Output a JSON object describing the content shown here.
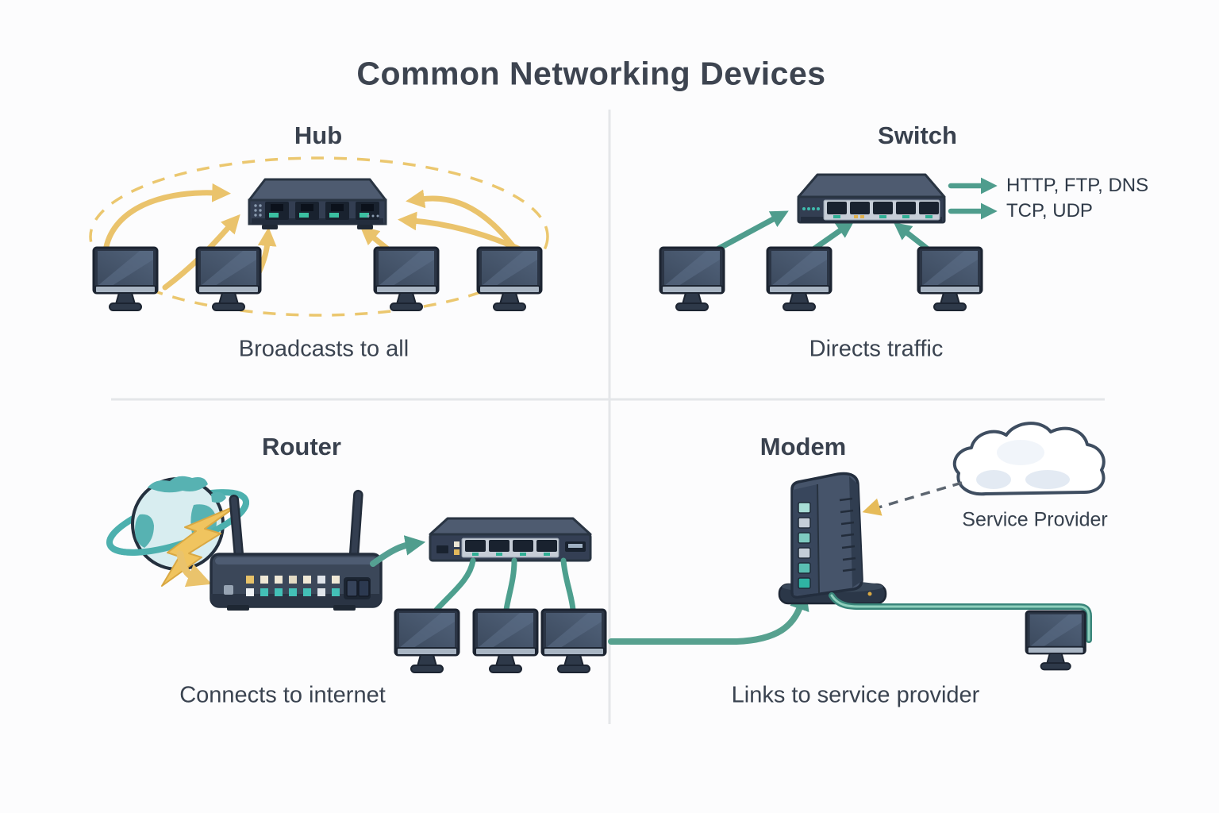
{
  "page": {
    "title": "Common Networking Devices"
  },
  "quadrants": {
    "hub": {
      "title": "Hub",
      "caption": "Broadcasts to all",
      "computers": 4,
      "behavior": "broadcasts to every connected computer"
    },
    "switch": {
      "title": "Switch",
      "caption": "Directs traffic",
      "computers": 3,
      "protocol_labels": [
        "HTTP, FTP, DNS",
        "TCP, UDP"
      ]
    },
    "router": {
      "title": "Router",
      "caption": "Connects to internet",
      "computers": 3
    },
    "modem": {
      "title": "Modem",
      "caption": "Links to service provider",
      "cloud_label": "Service Provider",
      "computers": 1
    }
  },
  "colors": {
    "background": "#fcfcfd",
    "text": "#3b4453",
    "divider": "#e4e6e9",
    "amber_arrow": "#eac36c",
    "teal_arrow": "#4f9d8d",
    "device_top": "#4e5b70",
    "device_front": "#333e52",
    "port_dark": "#19222f",
    "led_teal": "#3bbfa1",
    "led_amber": "#e7c269",
    "cable_green": "#39857a",
    "globe_ocean": "#d8edf0",
    "globe_land": "#57b2b2",
    "lightning": "#f0c45f",
    "cloud_outline": "#3e4d60",
    "monitor_bezel": "#2b3545",
    "monitor_screen": "#46566b"
  }
}
